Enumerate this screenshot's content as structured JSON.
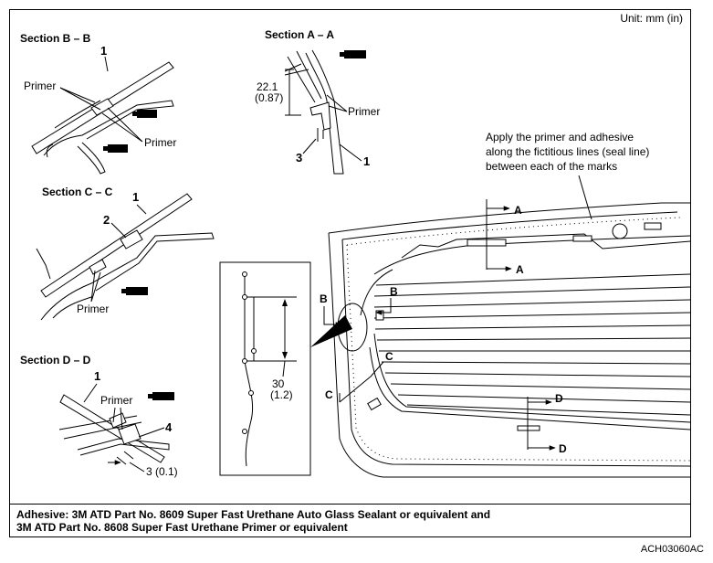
{
  "unit_label": "Unit: mm (in)",
  "sections": {
    "bb": {
      "title": "Section B – B",
      "part": "1",
      "primer": "Primer"
    },
    "aa": {
      "title": "Section A – A",
      "dim_mm": "22.1",
      "dim_in": "(0.87)",
      "primer": "Primer",
      "part1": "1",
      "part3": "3"
    },
    "cc": {
      "title": "Section C – C",
      "part1": "1",
      "part2": "2",
      "primer": "Primer"
    },
    "dd": {
      "title": "Section D – D",
      "part1": "1",
      "part4": "4",
      "primer": "Primer",
      "dim": "3 (0.1)"
    }
  },
  "detail": {
    "dim_mm": "30",
    "dim_in": "(1.2)"
  },
  "instruction": {
    "line1": "Apply the primer and adhesive",
    "line2": "along the fictitious lines (seal line)",
    "line3": "between each of the marks"
  },
  "glass_marks": {
    "a1": "A",
    "a2": "A",
    "b1": "B",
    "b2": "B",
    "c1": "C",
    "c2": "C",
    "d1": "D",
    "d2": "D"
  },
  "footer": {
    "line1": "Adhesive: 3M ATD Part No. 8609 Super Fast Urethane Auto Glass Sealant or equivalent and",
    "line2": "3M ATD Part No. 8608 Super Fast Urethane Primer or equivalent"
  },
  "figure_code": "ACH03060AC"
}
